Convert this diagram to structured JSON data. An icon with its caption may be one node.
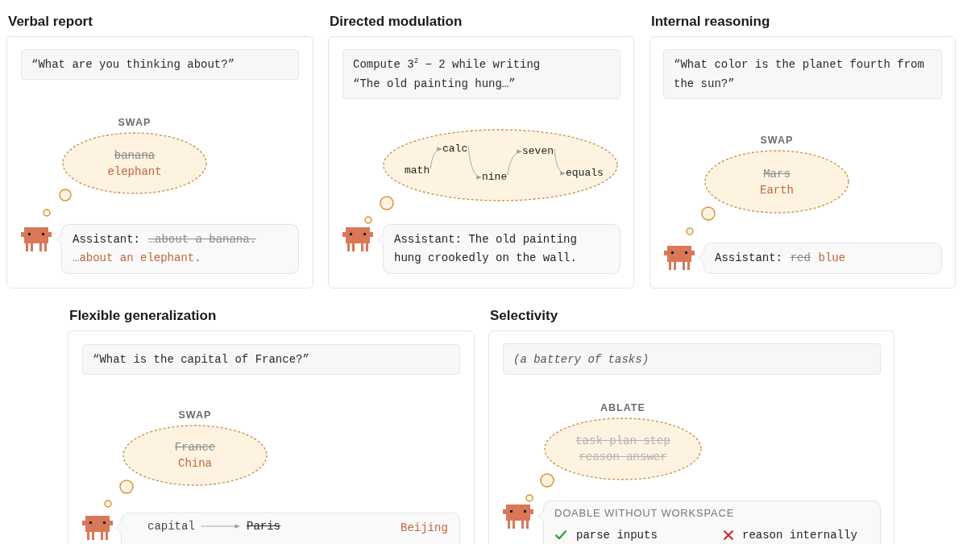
{
  "diagram": {
    "nodes": [
      {
        "text": [
          "Verbal report"
        ]
      },
      {
        "text": [
          "“What are you thinking about?”"
        ],
        "in": 0
      },
      {
        "text": [
          "banana",
          "elephant"
        ],
        "in": 0,
        "beside": [
          "SWAP"
        ]
      },
      {
        "text": [
          "Assistant:",
          "…about a banana.",
          "…about an elephant."
        ],
        "in": 0
      },
      {
        "text": [
          "Directed modulation"
        ]
      },
      {
        "text": [
          "Compute 3$^{2}$ − 2 while writing “The old painting hung…”"
        ],
        "in": 4
      },
      {
        "text": [],
        "shape": "ellipse",
        "in": 4
      },
      {
        "text": [
          "math"
        ],
        "in": 6
      },
      {
        "text": [
          "calc"
        ],
        "in": 6
      },
      {
        "text": [
          "nine"
        ],
        "in": 6
      },
      {
        "text": [
          "seven"
        ],
        "in": 6
      },
      {
        "text": [
          "equals"
        ],
        "in": 6
      },
      {
        "text": [
          "Assistant: The old painting hung crookedly on the wall."
        ],
        "in": 4
      },
      {
        "text": [
          "Internal reasoning"
        ]
      },
      {
        "text": [
          "“What color is the planet fourth from the sun?”"
        ],
        "in": 13
      },
      {
        "text": [
          "Mars",
          "Earth"
        ],
        "in": 13,
        "beside": [
          "SWAP"
        ]
      },
      {
        "text": [
          "Assistant:",
          "red",
          "blue"
        ],
        "in": 13
      },
      {
        "text": [
          "Flexible generalization"
        ]
      },
      {
        "text": [
          "“What is the capital of France?”"
        ],
        "in": 17
      },
      {
        "text": [
          "France",
          "China"
        ],
        "in": 17,
        "beside": [
          "SWAP"
        ]
      },
      {
        "text": [
          "Beijing"
        ],
        "in": 17
      },
      {
        "text": [
          "capital"
        ],
        "in": 20
      },
      {
        "text": [
          "Paris"
        ],
        "in": 20
      },
      {
        "text": [
          "Selectivity"
        ]
      },
      {
        "text": [
          "(a battery of tasks)"
        ],
        "in": 23
      },
      {
        "text": [
          "task plan step reason answer"
        ],
        "in": 23,
        "beside": [
          "ABLATE"
        ]
      },
      {
        "text": [
          "DOABLE WITHOUT WORKSPACE",
          "parse inputs",
          "reason internally"
        ],
        "in": 23
      }
    ],
    "edges": [
      {
        "from": 7,
        "to": 8,
        "arrow": "to"
      },
      {
        "from": 8,
        "to": 9,
        "arrow": "to"
      },
      {
        "from": 9,
        "to": 10,
        "arrow": "to"
      },
      {
        "from": 10,
        "to": 11,
        "arrow": "to"
      },
      {
        "from": 21,
        "to": 22,
        "arrow": "to"
      }
    ]
  }
}
